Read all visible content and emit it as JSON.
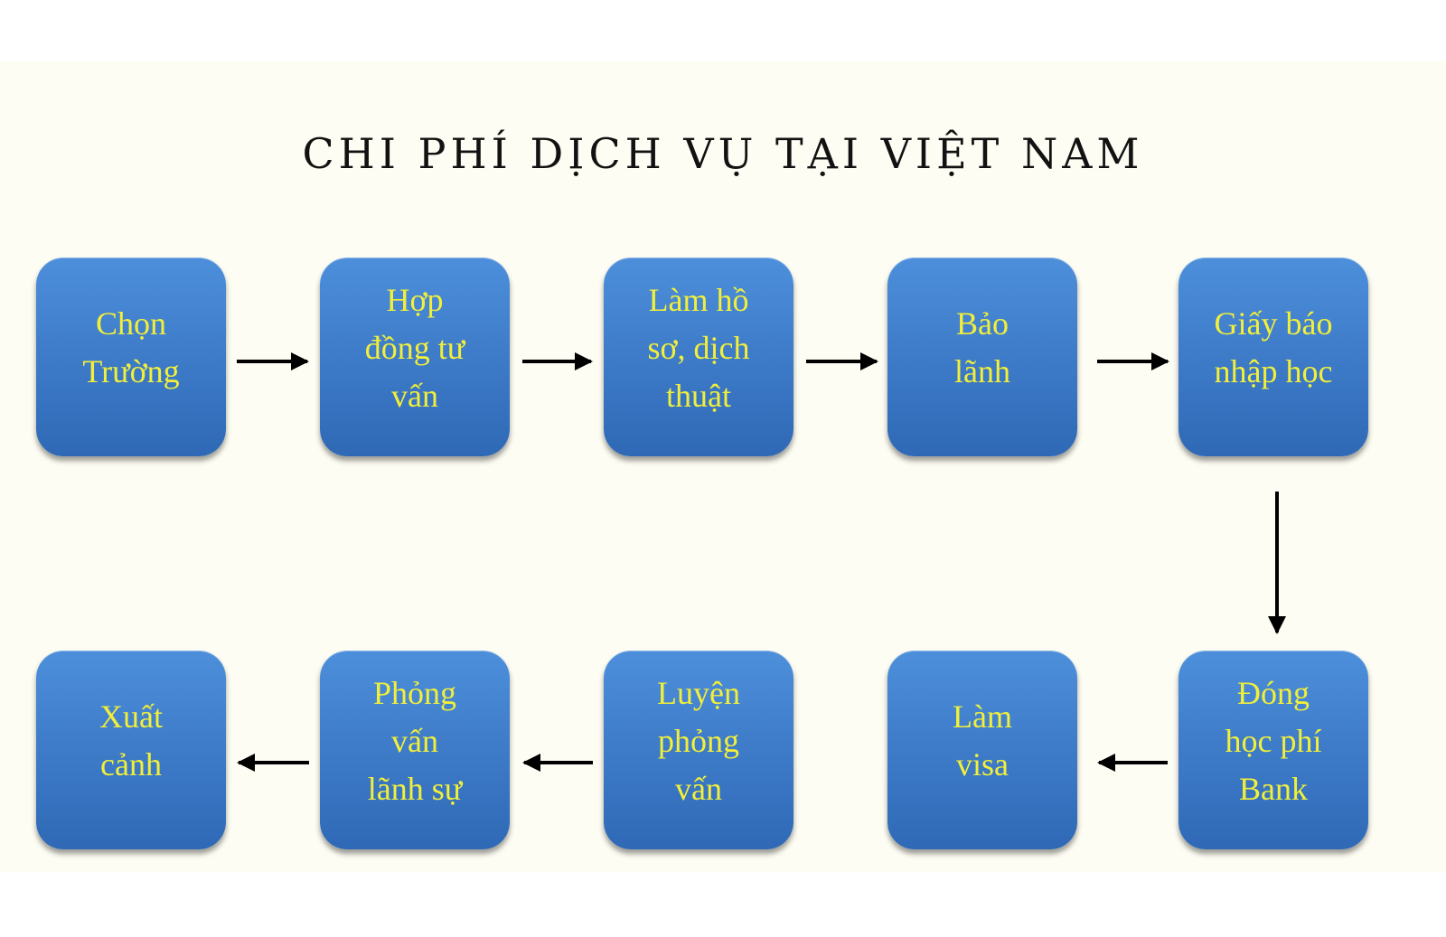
{
  "title": "CHI PHÍ DỊCH VỤ TẠI VIỆT NAM",
  "steps": [
    {
      "label": "Chọn\nTrường"
    },
    {
      "label": "Hợp\nđồng tư\nvấn"
    },
    {
      "label": "Làm hồ\nsơ, dịch\nthuật"
    },
    {
      "label": "Bảo\nlãnh"
    },
    {
      "label": "Giấy báo\nnhập học"
    },
    {
      "label": "Đóng\nhọc phí\nBank"
    },
    {
      "label": "Làm\nvisa"
    },
    {
      "label": "Luyện\nphỏng\nvấn"
    },
    {
      "label": "Phỏng\nvấn\nlãnh sự"
    },
    {
      "label": "Xuất\ncảnh"
    }
  ],
  "colors": {
    "box": "#3f7dca",
    "text": "#f2ef3a",
    "arrow": "#000000"
  }
}
